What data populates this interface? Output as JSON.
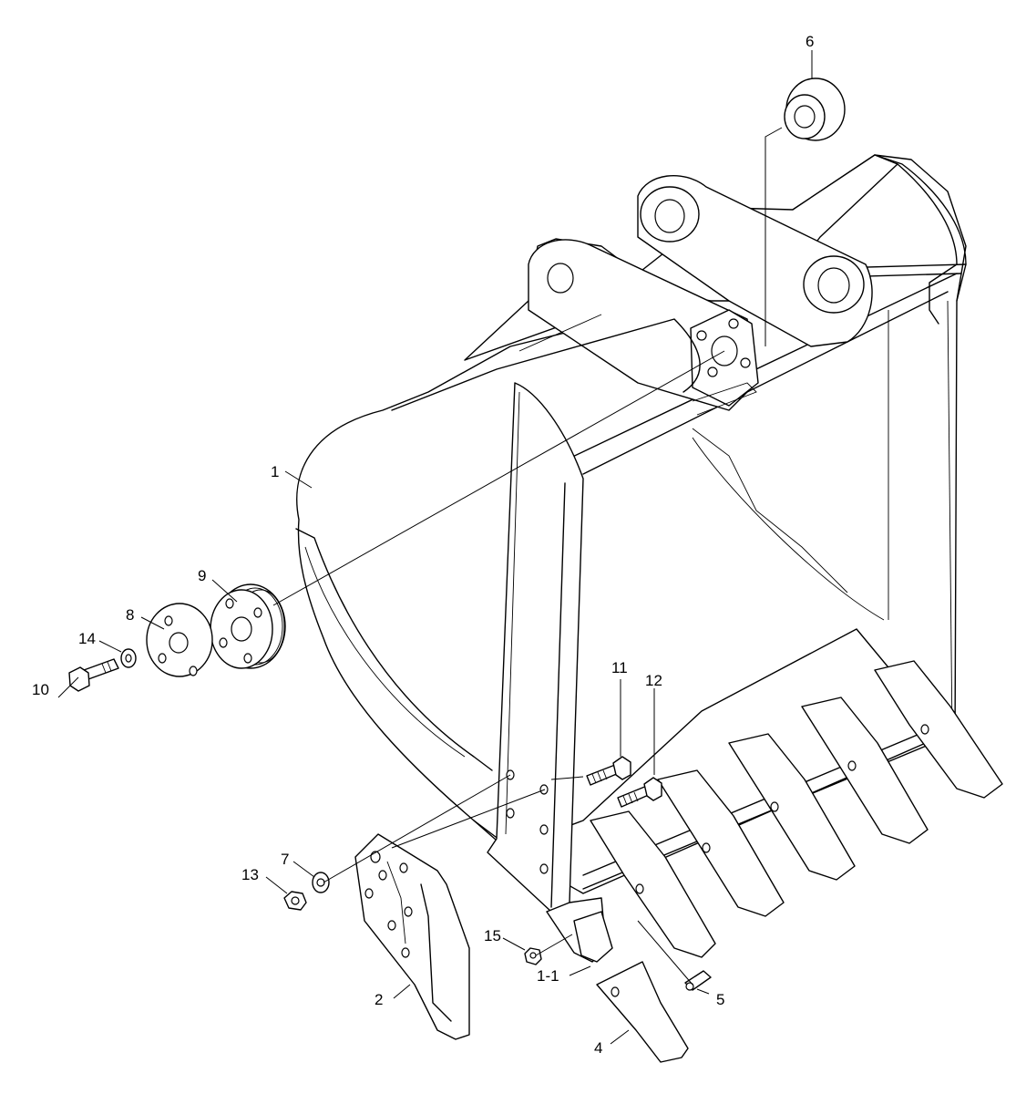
{
  "labels": {
    "p1": "1",
    "p1_1": "1-1",
    "p2": "2",
    "p4": "4",
    "p5": "5",
    "p6": "6",
    "p7": "7",
    "p8": "8",
    "p9": "9",
    "p10": "10",
    "p11": "11",
    "p12": "12",
    "p13": "13",
    "p14": "14",
    "p15": "15"
  }
}
